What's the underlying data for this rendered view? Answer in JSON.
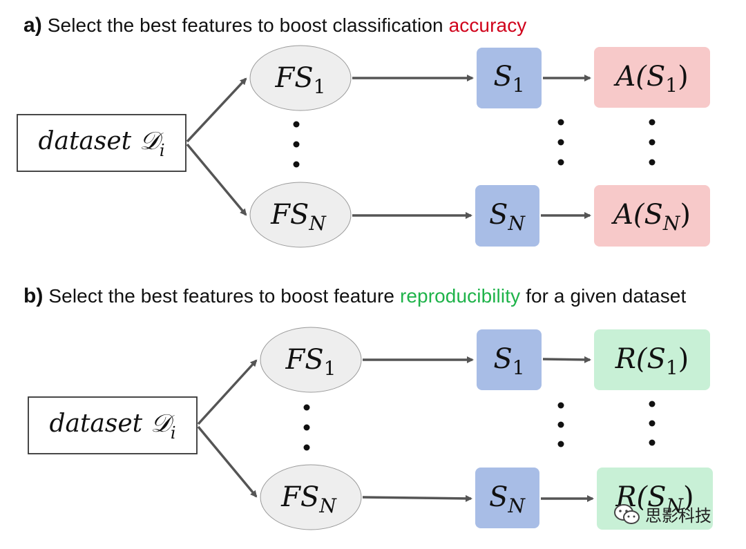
{
  "section_a": {
    "label": "a)",
    "text": "Select the best features to boost classification",
    "highlight": "accuracy",
    "dataset": {
      "word": "dataset",
      "symbol": "𝒟",
      "subscript": "i"
    },
    "fs_top": {
      "base": "FS",
      "sub": "1"
    },
    "fs_bottom": {
      "base": "FS",
      "sub": "N"
    },
    "s_top": {
      "base": "S",
      "sub": "1"
    },
    "s_bottom": {
      "base": "S",
      "sub": "N"
    },
    "metric_top": {
      "fn": "A(",
      "base": "S",
      "sub": "1",
      "close": ")"
    },
    "metric_bottom": {
      "fn": "A(",
      "base": "S",
      "sub": "N",
      "close": ")"
    }
  },
  "section_b": {
    "label": "b)",
    "text_before": "Select the best features to boost feature",
    "highlight": "reproducibility",
    "text_after": "for a given dataset",
    "dataset": {
      "word": "dataset",
      "symbol": "𝒟",
      "subscript": "i"
    },
    "fs_top": {
      "base": "FS",
      "sub": "1"
    },
    "fs_bottom": {
      "base": "FS",
      "sub": "N"
    },
    "s_top": {
      "base": "S",
      "sub": "1"
    },
    "s_bottom": {
      "base": "S",
      "sub": "N"
    },
    "metric_top": {
      "fn": "R(",
      "base": "S",
      "sub": "1",
      "close": ")"
    },
    "metric_bottom": {
      "fn": "R(",
      "base": "S",
      "sub": "N",
      "close": ")"
    }
  },
  "colors": {
    "fs_node": "#eeeeee",
    "s_node": "#a8bde6",
    "accuracy_node": "#f7c9c9",
    "reproducibility_node": "#c8f0d6",
    "arrow": "#555555",
    "accuracy_text": "#d0021b",
    "reproducibility_text": "#1fb34a"
  },
  "watermark": {
    "text": "思影科技",
    "icon": "wechat-icon"
  }
}
